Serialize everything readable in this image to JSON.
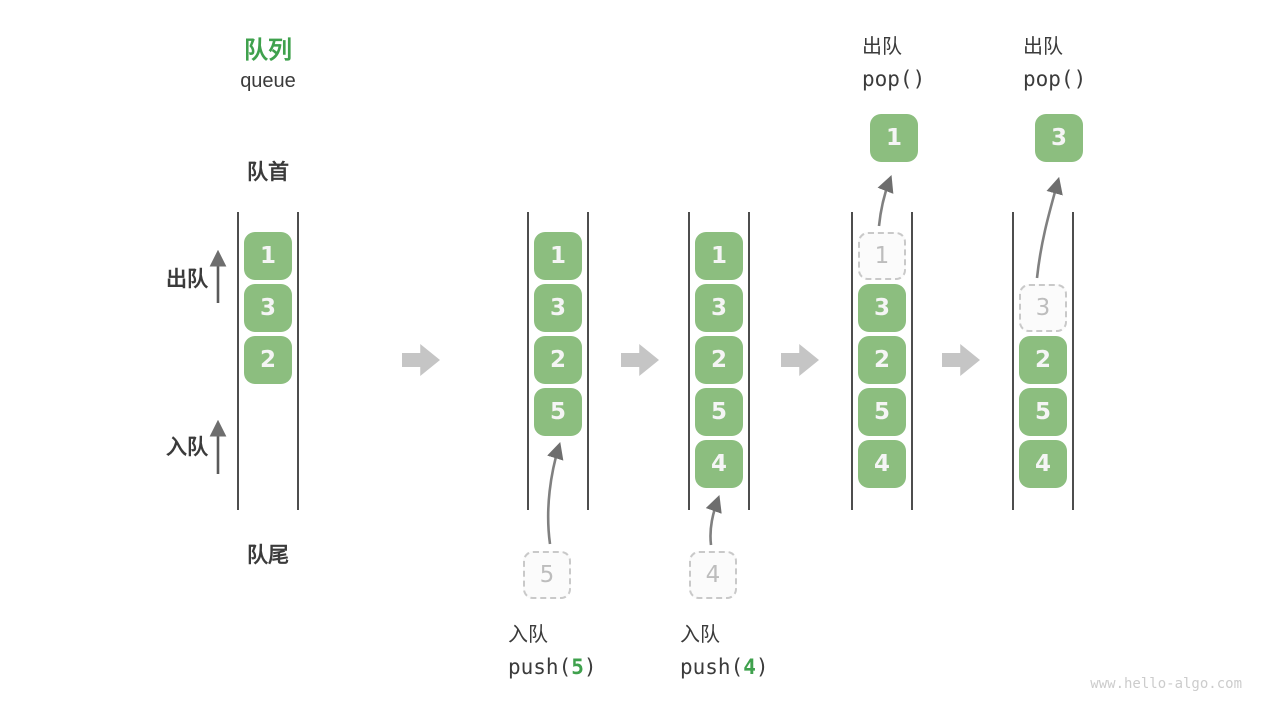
{
  "header": {
    "title_zh": "队列",
    "title_en": "queue"
  },
  "side_labels": {
    "front": "队首",
    "rear": "队尾",
    "dequeue": "出队",
    "enqueue": "入队"
  },
  "watermark": "www.hello-algo.com",
  "colors": {
    "accent_green": "#3FA14D",
    "box_green": "#8CBE7F",
    "box_text": "#F5F5F5",
    "dashed_border": "#C9C9C9",
    "dashed_fill": "#FBFBFB",
    "dashed_text": "#BDBDBD",
    "label_dark": "#3B3B3B",
    "line_gray": "#4D4D4D",
    "arrow_gray": "#808080",
    "block_arrow_gray": "#C5C5C5",
    "watermark_gray": "#CCCCCC"
  },
  "diagram": {
    "states": [
      {
        "name": "initial",
        "slots": [
          {
            "row": 0,
            "value": "1",
            "style": "solid"
          },
          {
            "row": 1,
            "value": "3",
            "style": "solid"
          },
          {
            "row": 2,
            "value": "2",
            "style": "solid"
          }
        ]
      },
      {
        "name": "after-push-5",
        "slots": [
          {
            "row": 0,
            "value": "1",
            "style": "solid"
          },
          {
            "row": 1,
            "value": "3",
            "style": "solid"
          },
          {
            "row": 2,
            "value": "2",
            "style": "solid"
          },
          {
            "row": 3,
            "value": "5",
            "style": "solid"
          }
        ],
        "staged": {
          "value": "5"
        }
      },
      {
        "name": "after-push-4",
        "slots": [
          {
            "row": 0,
            "value": "1",
            "style": "solid"
          },
          {
            "row": 1,
            "value": "3",
            "style": "solid"
          },
          {
            "row": 2,
            "value": "2",
            "style": "solid"
          },
          {
            "row": 3,
            "value": "5",
            "style": "solid"
          },
          {
            "row": 4,
            "value": "4",
            "style": "solid"
          }
        ],
        "staged": {
          "value": "4"
        }
      },
      {
        "name": "after-pop-1",
        "slots": [
          {
            "row": 0,
            "value": "1",
            "style": "dashed"
          },
          {
            "row": 1,
            "value": "3",
            "style": "solid"
          },
          {
            "row": 2,
            "value": "2",
            "style": "solid"
          },
          {
            "row": 3,
            "value": "5",
            "style": "solid"
          },
          {
            "row": 4,
            "value": "4",
            "style": "solid"
          }
        ],
        "popped": {
          "value": "1"
        }
      },
      {
        "name": "after-pop-3",
        "slots": [
          {
            "row": 1,
            "value": "3",
            "style": "dashed"
          },
          {
            "row": 2,
            "value": "2",
            "style": "solid"
          },
          {
            "row": 3,
            "value": "5",
            "style": "solid"
          },
          {
            "row": 4,
            "value": "4",
            "style": "solid"
          }
        ],
        "popped": {
          "value": "3"
        }
      }
    ],
    "operations": {
      "enqueue": [
        {
          "label": "入队",
          "fn": "push(",
          "arg": "5",
          "close": ")"
        },
        {
          "label": "入队",
          "fn": "push(",
          "arg": "4",
          "close": ")"
        }
      ],
      "dequeue": [
        {
          "label": "出队",
          "code": "pop()"
        },
        {
          "label": "出队",
          "code": "pop()"
        }
      ]
    }
  }
}
